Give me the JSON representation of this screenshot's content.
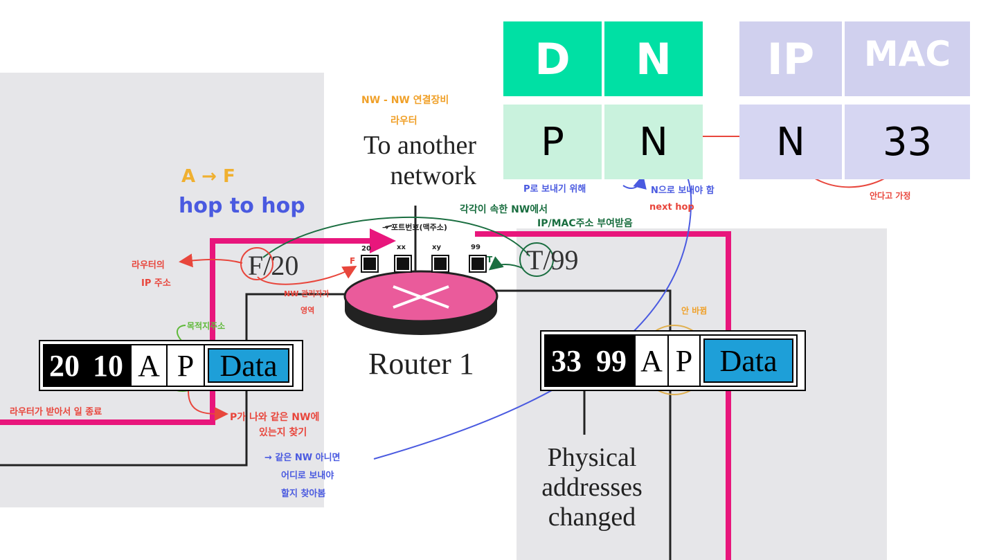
{
  "table_dn": {
    "headers": [
      "D",
      "N"
    ],
    "row": [
      "P",
      "N"
    ],
    "header_color": "#00e0a4",
    "body_color": "#c9f2dd"
  },
  "table_ipmac": {
    "headers": [
      "IP",
      "MAC"
    ],
    "row": [
      "N",
      "33"
    ],
    "header_color": "#d0d0ee",
    "body_color": "#d6d6f2"
  },
  "network_label": {
    "line1": "To another",
    "line2": "network"
  },
  "router_label": "Router 1",
  "port_left": "F/20",
  "port_right": "T/99",
  "ports": {
    "a": "20",
    "b": "xx",
    "c": "xy",
    "d": "99",
    "f": "F",
    "t": "T"
  },
  "frame_left": {
    "dest": "20",
    "src": "10",
    "a": "A",
    "p": "P",
    "data": "Data"
  },
  "frame_right": {
    "dest": "33",
    "src": "99",
    "a": "A",
    "p": "P",
    "data": "Data"
  },
  "physical_label": {
    "line1": "Physical",
    "line2": "addresses",
    "line3": "changed"
  },
  "notes": {
    "nw_device_1": "NW - NW 연결장비",
    "nw_device_2": "라우터",
    "a_to_f": "A → F",
    "hop": "hop to hop",
    "port_number": "→ 포트번호(맥주소)",
    "router_ip_1": "라우터의",
    "router_ip_2": "IP 주소",
    "nw_admin_1": "NW 관리자가",
    "nw_admin_2": "영역",
    "dest_addr": "목적지주소",
    "router_done": "라우터가 받아서 일 종료",
    "p_same_1": "P가 나와 같은 NW에",
    "p_same_2": "있는지 찾기",
    "not_same_1": "→ 같은 NW 아니면",
    "not_same_2": "어디로 보내야",
    "not_same_3": "할지 찾아봄",
    "send_p": "P로 보내기 위해",
    "send_n": "N으로 보내야 함",
    "next_hop": "next hop",
    "each_nw_1": "각각이 속한 NW에서",
    "each_nw_2": "IP/MAC주소 부여받음",
    "unchanged": "안 바뀜",
    "assume": "안다고 가정"
  },
  "colors": {
    "magenta_path": "#e8167c",
    "router": "#e85a9a",
    "data_field": "#1e9fd8",
    "note_red": "#e8463c",
    "note_blue": "#4a5ae0",
    "note_orange": "#f0a028",
    "note_green": "#1a6e40",
    "note_lime": "#5fb93a"
  }
}
